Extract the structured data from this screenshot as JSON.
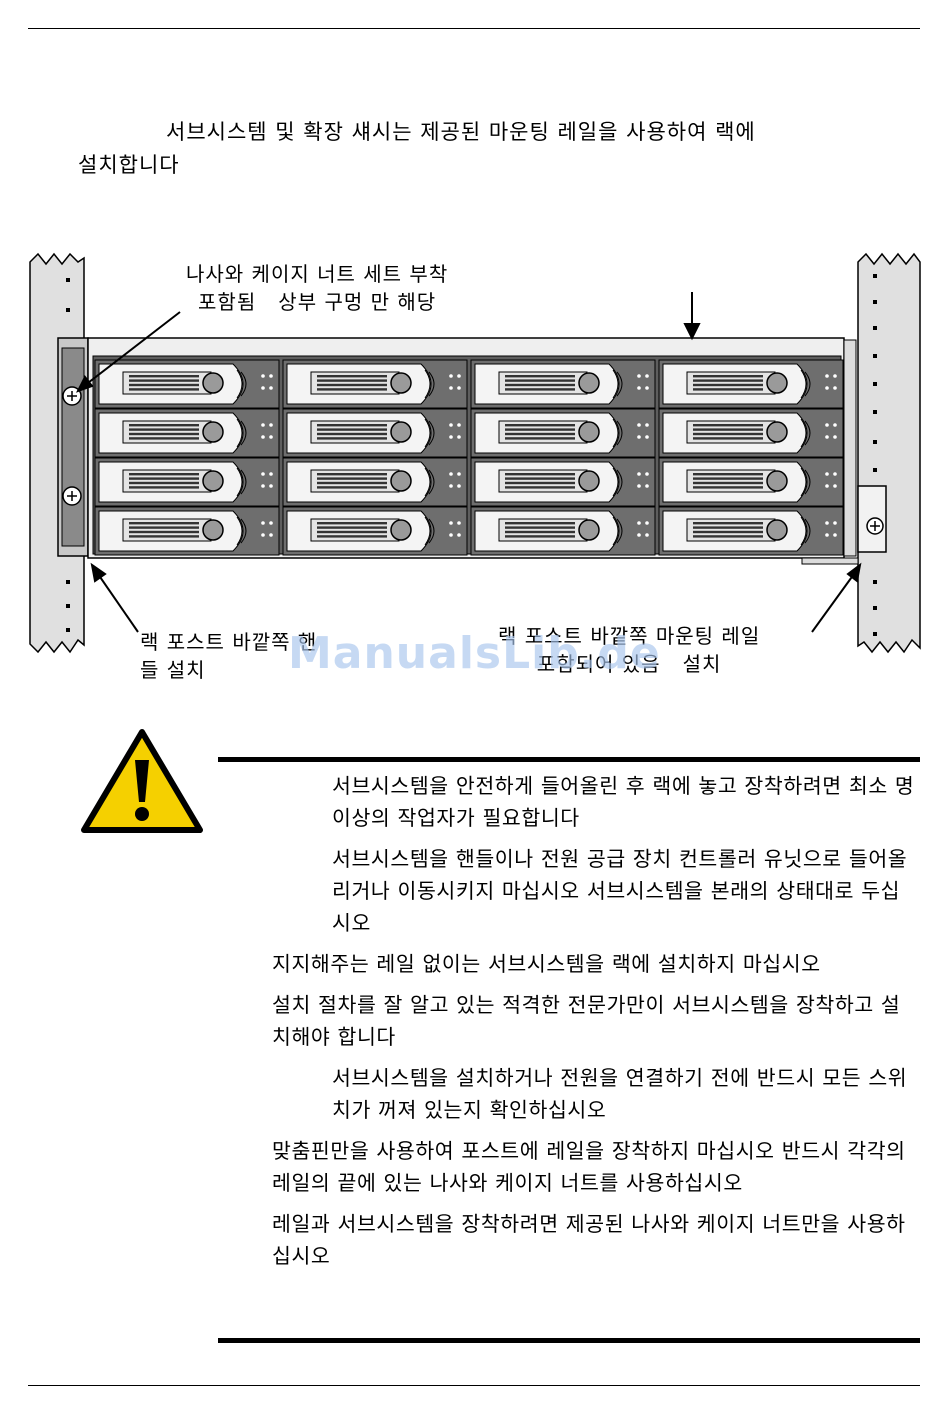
{
  "intro": {
    "line1": "서브시스템 및          확장 섀시는 제공된 마운팅 레일을 사용하여 랙에",
    "line2": "설치합니다"
  },
  "figure": {
    "callout_top": "나사와 케이지 너트 세트 부착\n포함됨   상부 구멍 만 해당",
    "callout_left": "랙 포스트 바깥쪽 핸\n들 설치",
    "callout_right": "랙 포스트 바깥쪽 마운팅 레일\n포함되어 있음   설치"
  },
  "watermark": "ManualsLib.de",
  "caution": {
    "icon": "warning-triangle-icon",
    "items": [
      "서브시스템을 안전하게 들어올린 후 랙에 놓고 장착하려면 최소   명 이상의 작업자가 필요합니다",
      "서브시스템을 핸들이나 전원 공급 장치   컨트롤러 유닛으로 들어올리거나 이동시키지 마십시오   서브시스템을 본래의 상태대로 두십시오",
      "지지해주는 레일 없이는          서브시스템을 랙에 설치하지 마십시오",
      "설치 절차를 잘 알고 있는 적격한 전문가만이          서브시스템을 장착하고 설치해야 합니다",
      "서브시스템을 설치하거나 전원을 연결하기 전에 반드시 모든 스위치가 꺼져 있는지 확인하십시오",
      "맞춤핀만을 사용하여 포스트에 레일을 장착하지 마십시오   반드시 각각의 레일의 끝에 있는 나사와 케이지 너트를 사용하십시오",
      "레일과          서브시스템을 장착하려면 제공된 나사와 케이지 너트만을 사용하십시오"
    ]
  },
  "colors": {
    "warning_yellow": "#f5d000",
    "line": "#000000",
    "bay_gray": "#6e6e6e",
    "watermark": "#a9c6ee"
  }
}
